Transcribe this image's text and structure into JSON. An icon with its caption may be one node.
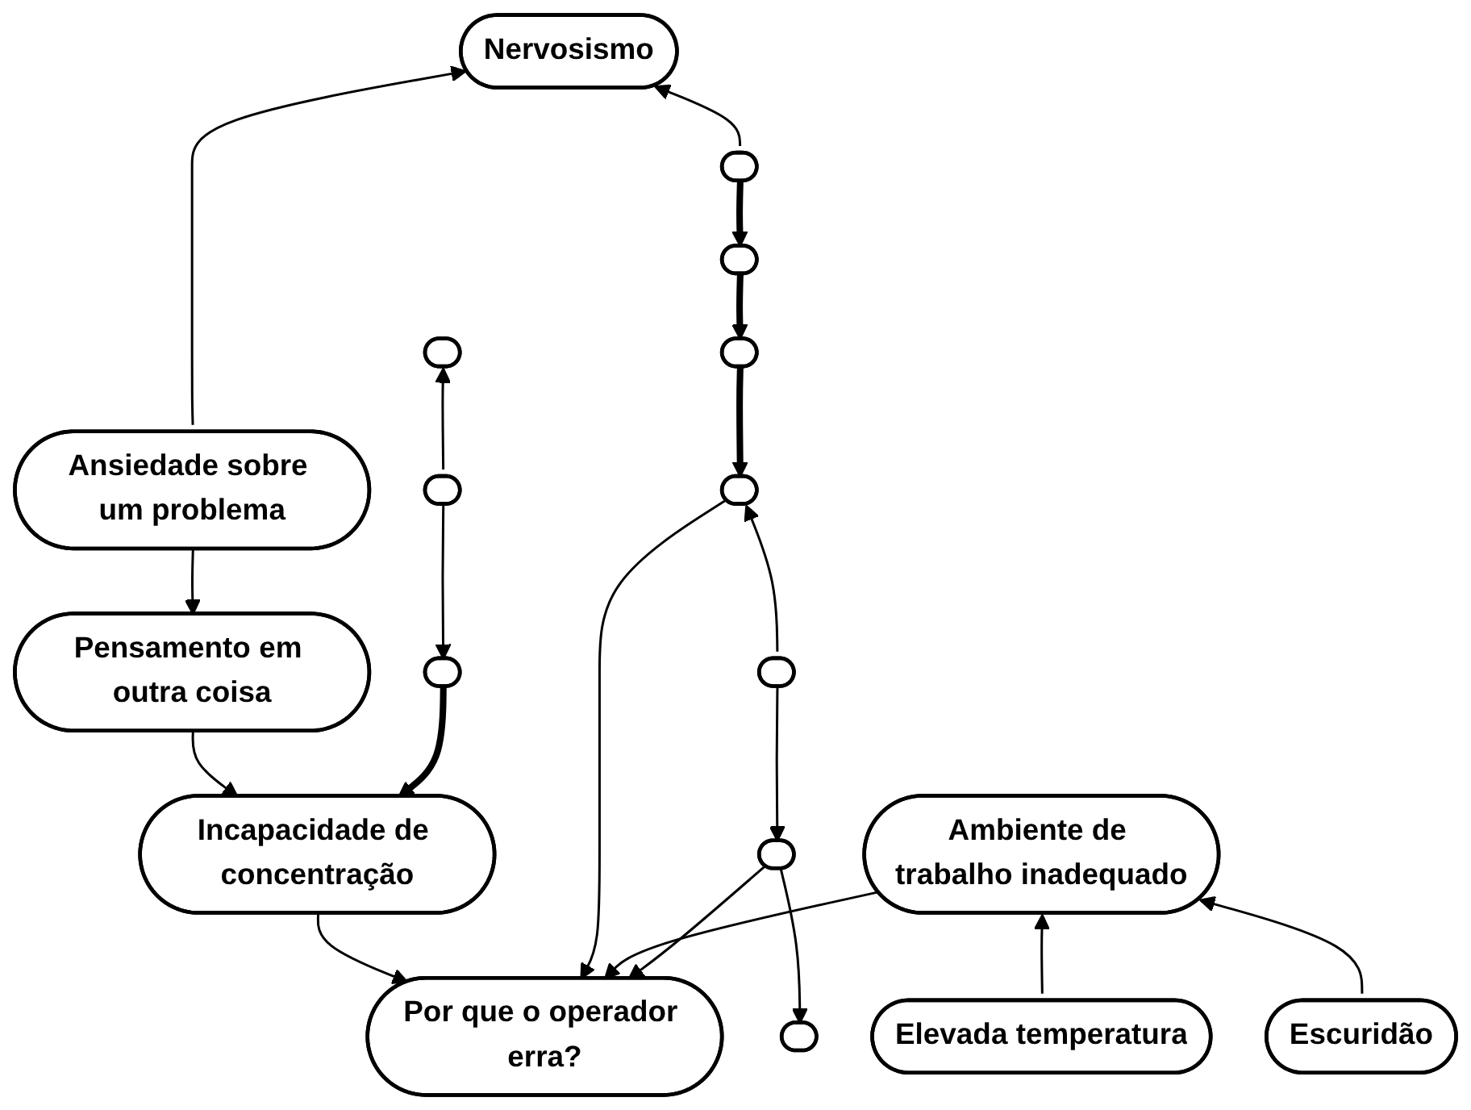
{
  "diagram": {
    "nodes": [
      {
        "text": [
          "Nervosismo"
        ]
      },
      {
        "text": [],
        "shape": "ellipse"
      },
      {
        "text": [
          "Ansiedade sobre um problema"
        ]
      },
      {
        "text": [],
        "shape": "ellipse"
      },
      {
        "text": [],
        "shape": "ellipse"
      },
      {
        "text": [
          "Pensamento em outra coisa"
        ]
      },
      {
        "text": [],
        "shape": "ellipse"
      },
      {
        "text": [],
        "shape": "ellipse"
      },
      {
        "text": [
          "Incapacidade de concentração"
        ]
      },
      {
        "text": [],
        "shape": "ellipse"
      },
      {
        "text": [],
        "shape": "ellipse"
      },
      {
        "text": [
          "Por que o operador erra?"
        ]
      },
      {
        "text": [
          "Ambiente de trabalho inadequado"
        ]
      },
      {
        "text": [],
        "shape": "ellipse"
      },
      {
        "text": [],
        "shape": "ellipse"
      },
      {
        "text": [
          "Elevada temperatura"
        ]
      },
      {
        "text": [
          "Escuridão"
        ]
      },
      {
        "text": [],
        "shape": "ellipse"
      }
    ],
    "edges": [
      {
        "from": 1,
        "to": 0,
        "arrow": "to"
      },
      {
        "from": 2,
        "to": 0,
        "arrow": "to"
      },
      {
        "from": 2,
        "to": 5,
        "arrow": "to"
      },
      {
        "from": 1,
        "to": 4,
        "arrow": "to",
        "style": "thick"
      },
      {
        "from": 4,
        "to": 7,
        "arrow": "to",
        "style": "thick"
      },
      {
        "from": 7,
        "to": 10,
        "arrow": "to",
        "style": "thick"
      },
      {
        "from": 5,
        "to": 8,
        "arrow": "to"
      },
      {
        "from": 6,
        "to": 3,
        "arrow": "to"
      },
      {
        "from": 6,
        "to": 9,
        "arrow": "to"
      },
      {
        "from": 9,
        "to": 8,
        "arrow": "to",
        "style": "thick"
      },
      {
        "from": 8,
        "to": 11,
        "arrow": "to"
      },
      {
        "from": 10,
        "to": 11,
        "arrow": "to"
      },
      {
        "from": 12,
        "to": 11,
        "arrow": "to"
      },
      {
        "from": 13,
        "to": 10,
        "arrow": "to"
      },
      {
        "from": 13,
        "to": 14,
        "arrow": "to"
      },
      {
        "from": 14,
        "to": 11,
        "arrow": "to"
      },
      {
        "from": 14,
        "to": 17,
        "arrow": "to"
      },
      {
        "from": 15,
        "to": 12,
        "arrow": "to"
      },
      {
        "from": 16,
        "to": 12,
        "arrow": "to"
      }
    ]
  }
}
